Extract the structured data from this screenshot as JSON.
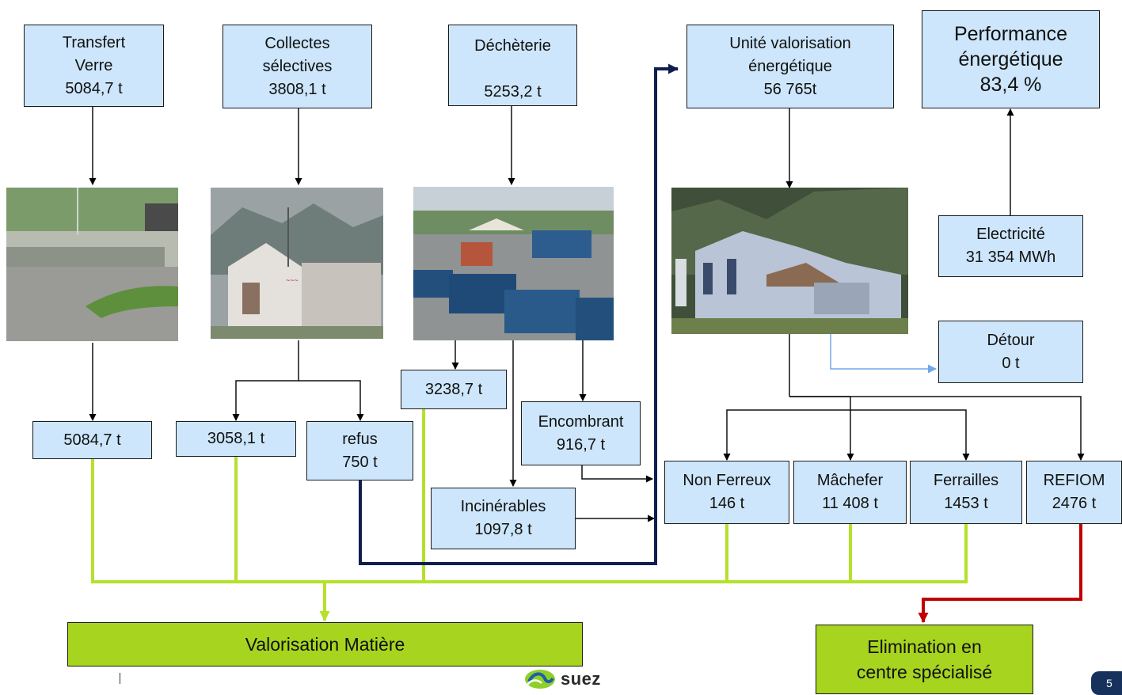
{
  "boxes": {
    "transfert_verre": [
      "Transfert",
      "Verre",
      "5084,7 t"
    ],
    "collectes": [
      "Collectes",
      "sélectives",
      "3808,1 t"
    ],
    "decheterie": [
      "Déchèterie",
      "5253,2 t"
    ],
    "uve": [
      "Unité valorisation",
      "énergétique",
      "56 765t"
    ],
    "performance": [
      "Performance",
      "énergétique",
      "83,4 %"
    ],
    "electricite": [
      "Electricité",
      "31 354 MWh"
    ],
    "detour": [
      "Détour",
      "0 t"
    ],
    "verre_out": [
      "5084,7 t"
    ],
    "collectes_out": [
      "3058,1 t"
    ],
    "refus": [
      "refus",
      "750 t"
    ],
    "dech_out": [
      "3238,7 t"
    ],
    "encombrant": [
      "Encombrant",
      "916,7 t"
    ],
    "incinerables": [
      "Incinérables",
      "1097,8 t"
    ],
    "non_ferreux": [
      "Non Ferreux",
      "146 t"
    ],
    "machefer": [
      "Mâchefer",
      "11 408 t"
    ],
    "ferrailles": [
      "Ferrailles",
      "1453 t"
    ],
    "refiom": [
      "REFIOM",
      "2476 t"
    ]
  },
  "outcomes": {
    "valorisation": [
      "Valorisation Matière"
    ],
    "elimination": [
      "Elimination en",
      "centre spécialisé"
    ]
  },
  "footer": {
    "logo_text": "suez",
    "page_number": "5",
    "separator": "|"
  },
  "colors": {
    "box_fill": "#cde6fb",
    "green_fill": "#a7d41f",
    "green_line": "#b5e02b",
    "navy_line": "#0f1f4d",
    "red_line": "#c00000",
    "detour_line": "#6fa8e8"
  }
}
